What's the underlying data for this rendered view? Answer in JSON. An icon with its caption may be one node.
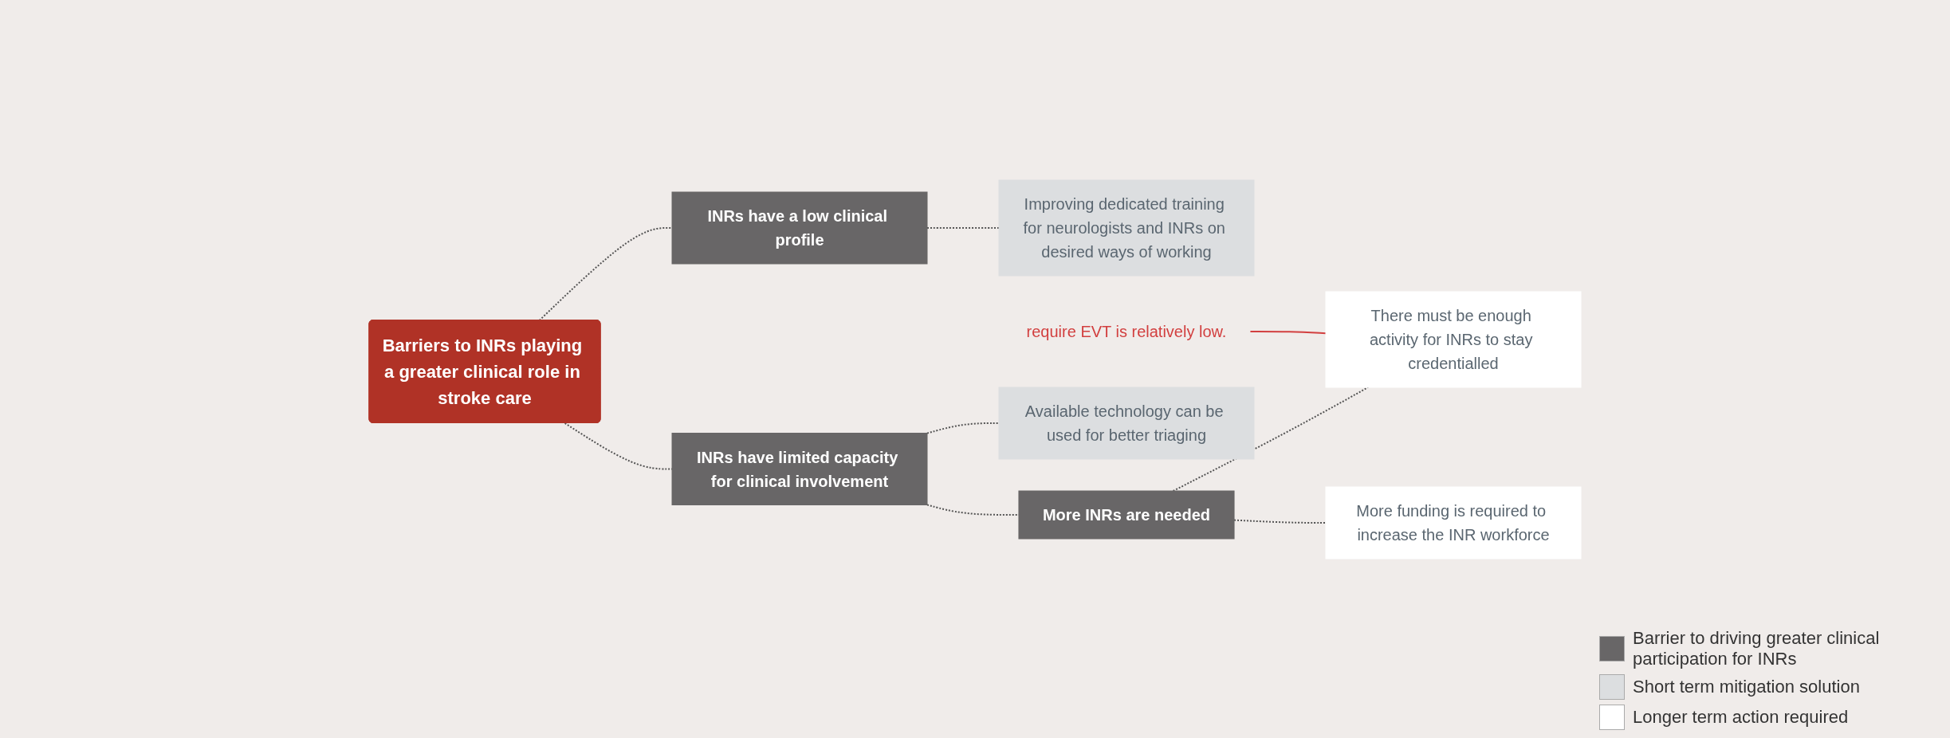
{
  "diagram": {
    "nodes": [
      {
        "text": [
          "Barriers to INRs playing a greater clinical role in stroke care"
        ]
      },
      {
        "text": [
          "INRs have a low clinical profile"
        ]
      },
      {
        "text": [
          "INRs have limited capacity for clinical involvement"
        ]
      },
      {
        "text": [
          "Improving dedicated training for neurologists and INRs on desired ways of working"
        ]
      },
      {
        "text": [
          "More INRs are needed"
        ]
      },
      {
        "text": [
          "Available technology can be used for better triaging"
        ]
      },
      {
        "text": [
          "There must be enough activity for INRs to stay credentialled"
        ]
      },
      {
        "text": [
          "More funding is required to increase the INR workforce"
        ]
      },
      {
        "text": [
          "require EVT is relatively low."
        ]
      }
    ],
    "edges": [
      {
        "from": 0,
        "to": 1,
        "arrow": "none",
        "style": "dashed"
      },
      {
        "from": 0,
        "to": 2,
        "arrow": "none",
        "style": "dashed"
      },
      {
        "from": 1,
        "to": 3,
        "arrow": "none",
        "style": "dashed"
      },
      {
        "from": 2,
        "to": 4,
        "arrow": "none",
        "style": "dashed"
      },
      {
        "from": 2,
        "to": 5,
        "arrow": "none",
        "style": "dashed"
      },
      {
        "from": 4,
        "to": 6,
        "arrow": "none",
        "style": "dashed"
      },
      {
        "from": 4,
        "to": 7,
        "arrow": "none",
        "style": "dashed"
      },
      {
        "from": 8,
        "to": 6,
        "arrow": "none",
        "color": "#d23f3f"
      }
    ],
    "legend": [
      {
        "text": "Barrier to driving greater clinical participation for INRs",
        "color": "#686667"
      },
      {
        "text": "Short term mitigation solution",
        "color": "#dcdee0"
      },
      {
        "text": "Longer term action required",
        "color": "#ffffff"
      }
    ]
  }
}
